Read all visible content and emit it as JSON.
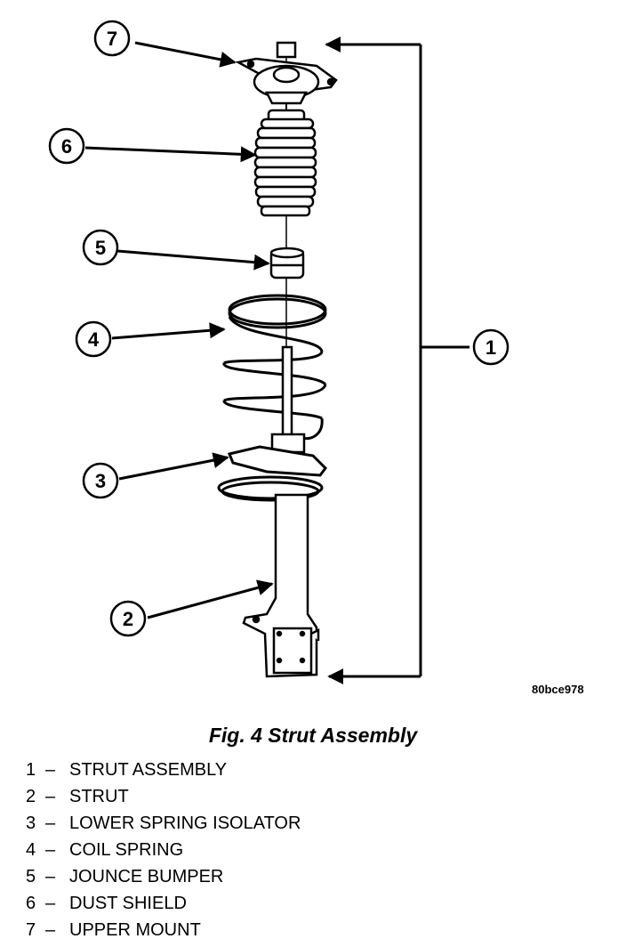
{
  "figure_id": "80bce978",
  "caption": "Fig. 4 Strut Assembly",
  "callouts": [
    "1",
    "2",
    "3",
    "4",
    "5",
    "6",
    "7"
  ],
  "legend": [
    {
      "num": "1",
      "sep": "–",
      "label": "STRUT ASSEMBLY"
    },
    {
      "num": "2",
      "sep": "–",
      "label": "STRUT"
    },
    {
      "num": "3",
      "sep": "–",
      "label": "LOWER SPRING ISOLATOR"
    },
    {
      "num": "4",
      "sep": "–",
      "label": "COIL SPRING"
    },
    {
      "num": "5",
      "sep": "–",
      "label": "JOUNCE BUMPER"
    },
    {
      "num": "6",
      "sep": "–",
      "label": "DUST SHIELD"
    },
    {
      "num": "7",
      "sep": "–",
      "label": "UPPER MOUNT"
    }
  ]
}
